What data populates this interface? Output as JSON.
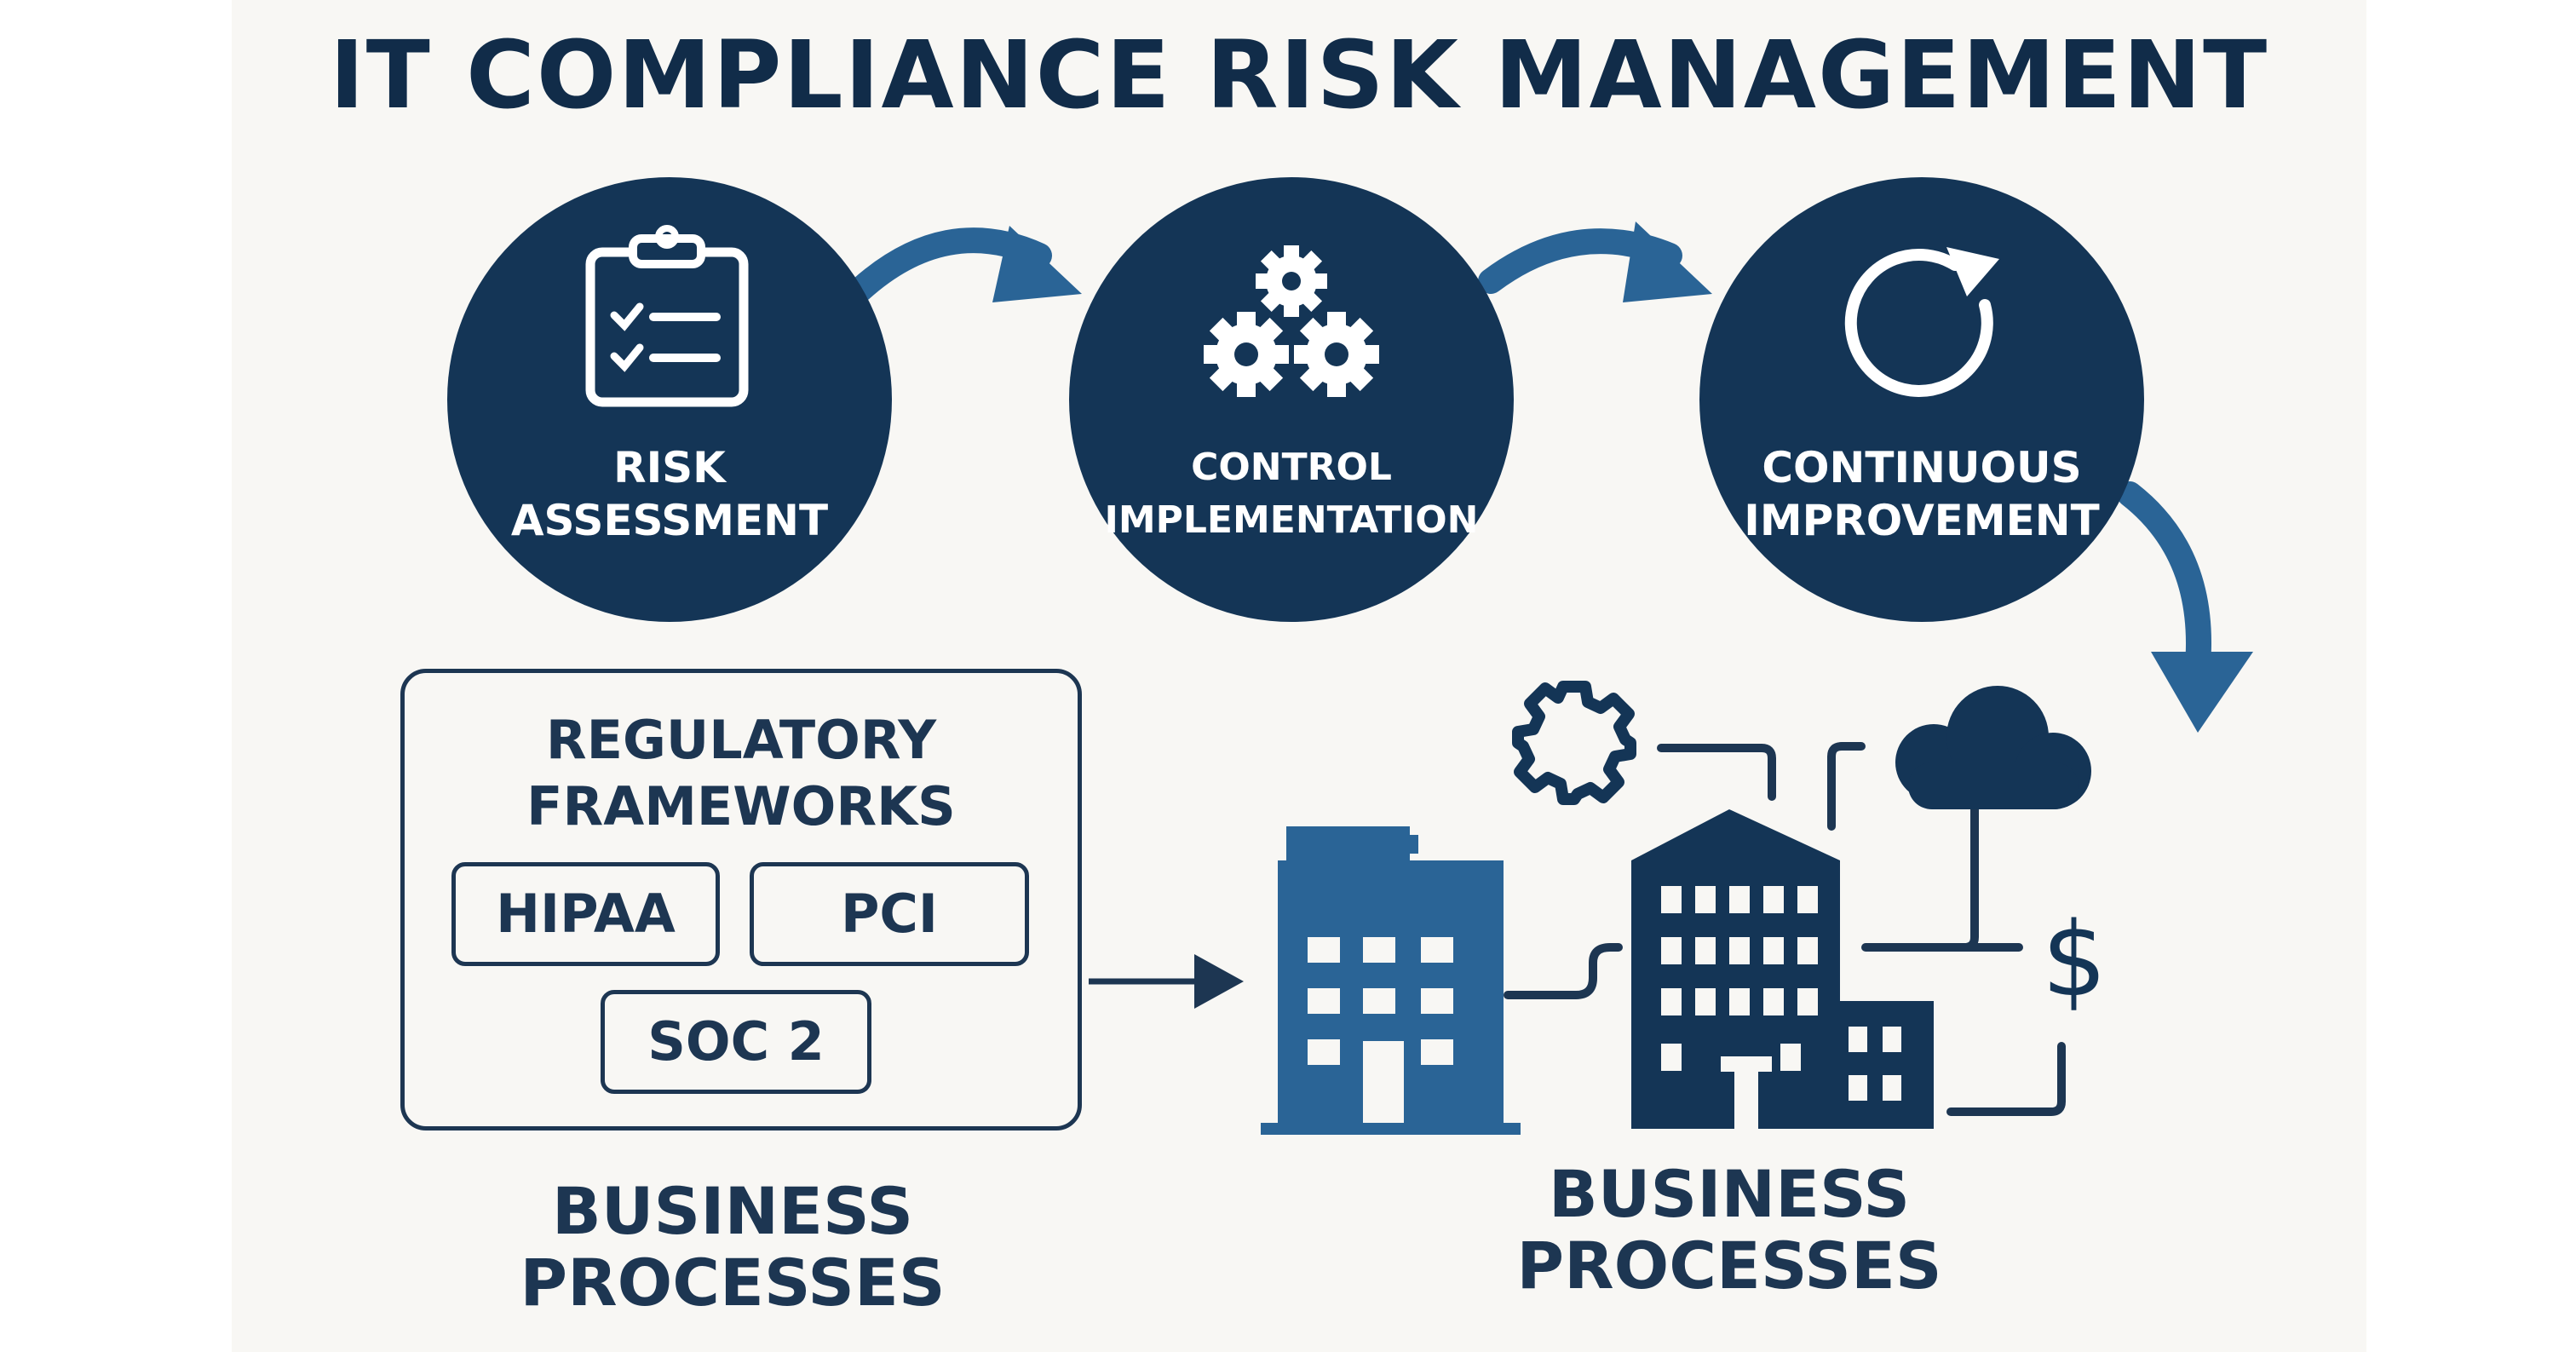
{
  "title": "IT COMPLIANCE RISK MANAGEMENT",
  "steps": [
    {
      "label": "RISK\nASSESSMENT",
      "icon": "clipboard-checklist-icon"
    },
    {
      "label": "CONTROL\nIMPLEMENTATION",
      "icon": "gears-icon"
    },
    {
      "label": "CONTINUOUS\nIMPROVEMENT",
      "icon": "refresh-cycle-icon"
    }
  ],
  "frameworks": {
    "title": "REGULATORY\nFRAMEWORKS",
    "tags": [
      "HIPAA",
      "PCI",
      "SOC 2"
    ]
  },
  "business_processes_left": "BUSINESS\nPROCESSES",
  "business_processes_right": "BUSINESS\nPROCESSES",
  "icons": [
    "gear-outline-icon",
    "cloud-icon",
    "dollar-sign-icon",
    "building-icon",
    "office-building-icon"
  ],
  "colors": {
    "navy": "#143556",
    "steel_blue": "#2a6496",
    "background": "#f8f7f4"
  }
}
